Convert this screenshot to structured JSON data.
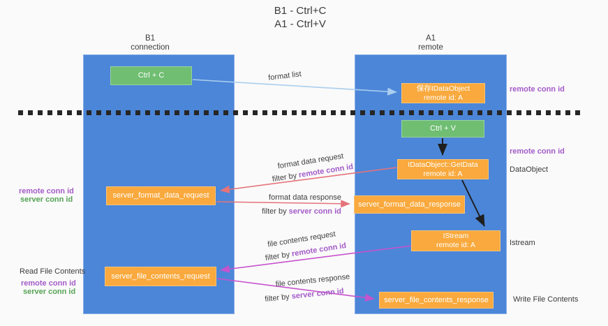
{
  "title": {
    "line1": "B1 - Ctrl+C",
    "line2": "A1 - Ctrl+V"
  },
  "columns": {
    "left": {
      "header_line1": "B1",
      "header_line2": "connection"
    },
    "right": {
      "header_line1": "A1",
      "header_line2": "remote"
    }
  },
  "nodes": {
    "ctrl_c": "Ctrl + C",
    "ctrl_v": "Ctrl + V",
    "save_idataobject": {
      "line1": "保存IDataObject",
      "line2": "remote id: A"
    },
    "getdata": {
      "line1": "IDataObject::GetData",
      "line2": "remote id: A"
    },
    "istream": {
      "line1": "IStream",
      "line2": "remote id: A"
    },
    "server_format_data_request": "server_format_data_request",
    "server_format_data_response": "server_format_data_response",
    "server_file_contents_request": "server_file_contents_request",
    "server_file_contents_response": "server_file_contents_response"
  },
  "edge_labels": {
    "format_list": "format list",
    "format_data_request": "format data request",
    "format_data_response": "format data response",
    "file_contents_request": "file contents request",
    "file_contents_response": "file contents response",
    "filter_by": "filter by ",
    "remote_conn_id": "remote conn id",
    "server_conn_id": "server conn id"
  },
  "side_labels": {
    "remote_conn_id": "remote conn id",
    "server_conn_id": "server conn id",
    "dataobject": "DataObject",
    "istream": "Istream",
    "read_file_contents": "Read File Contents",
    "write_file_contents": "Write File Contents"
  },
  "colors": {
    "column_blue": "#4c86d8",
    "box_orange": "#f9a93d",
    "box_green": "#6fbe72",
    "arrow_light_blue": "#aacfee",
    "arrow_black": "#1f1f1f",
    "arrow_salmon": "#e5737a",
    "arrow_magenta": "#c653cd",
    "label_purple": "#a45bc8",
    "label_green": "#55a355",
    "text_dark": "#3c3c3c"
  }
}
